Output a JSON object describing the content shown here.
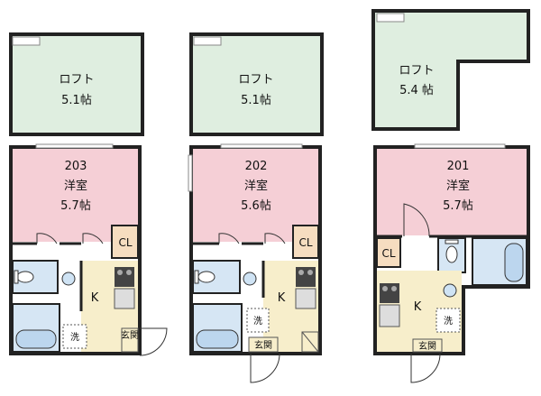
{
  "colors": {
    "loft": "#dfeee0",
    "room": "#f5cfd6",
    "kitchen": "#f7eecb",
    "bath": "#d6e6f4",
    "closet": "#f6ddc0",
    "wall": "#222222"
  },
  "units": [
    {
      "loft_label": "ロフト",
      "loft_size": "5.1帖",
      "unit_number": "203",
      "room_type": "洋室",
      "room_size": "5.7帖",
      "closet": "CL",
      "kitchen": "K",
      "laundry": "洗",
      "entrance": "玄関"
    },
    {
      "loft_label": "ロフト",
      "loft_size": "5.1帖",
      "unit_number": "202",
      "room_type": "洋室",
      "room_size": "5.6帖",
      "closet": "CL",
      "kitchen": "K",
      "laundry": "洗",
      "entrance": "玄関"
    },
    {
      "loft_label": "ロフト",
      "loft_size": "5.4 帖",
      "unit_number": "201",
      "room_type": "洋室",
      "room_size": "5.7帖",
      "closet": "CL",
      "kitchen": "K",
      "laundry": "洗",
      "entrance": "玄関"
    }
  ]
}
